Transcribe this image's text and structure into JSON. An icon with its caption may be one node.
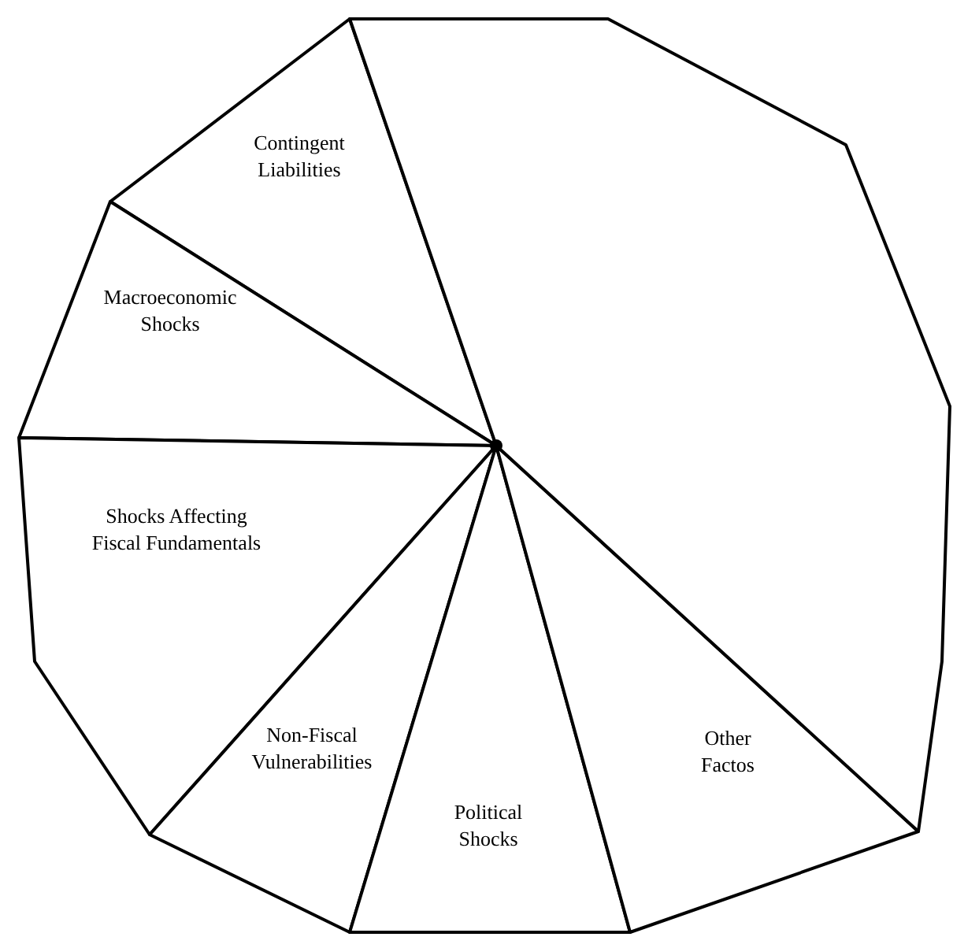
{
  "diagram": {
    "nodes": [
      {
        "text": [
          "Contingent Liabilities"
        ]
      },
      {
        "text": [
          "Macroeconomic Shocks"
        ]
      },
      {
        "text": [
          "Shocks Affecting Fiscal Fundamentals"
        ]
      },
      {
        "text": [
          "Non-Fiscal Vulnerabilities"
        ]
      },
      {
        "text": [
          "Political Shocks"
        ]
      },
      {
        "text": [
          "Other Factos"
        ]
      },
      {
        "text": [],
        "shape": "sector"
      }
    ]
  }
}
